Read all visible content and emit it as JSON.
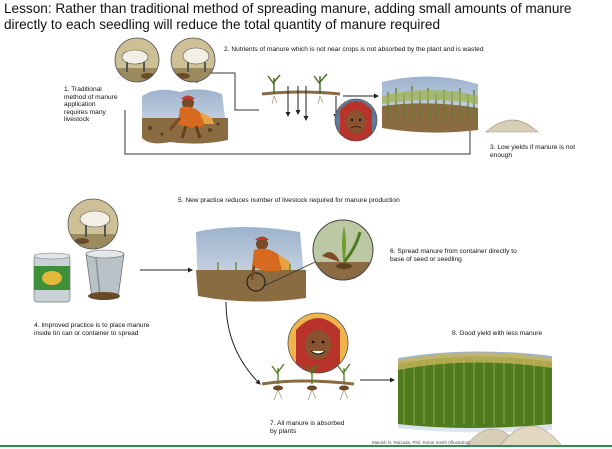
{
  "lesson": "Lesson: Rather than traditional method of spreading manure, adding small amounts of manure directly to each seedling will reduce the total quantity of manure required",
  "steps": {
    "s1": "1. Traditional method of manure application requires many livestock",
    "s2": "2. Nutrients of manure which is not near crops is not absorbed by the plant and is wasted",
    "s3": "3. Low yields if manure is not enough",
    "s4": "4. Improved practice is to place manure inside tin can or container to spread",
    "s5": "5. New practice reduces number of livestock required for manure production",
    "s6": "6. Spread manure from container directly to base of seed or seedling",
    "s7": "7. All manure is absorbed by plants",
    "s8": "8. Good yield with less manure"
  },
  "credit": "Manish N. Raizada, Phil. Robin Smith (Illustrator)",
  "colors": {
    "sky": "#8fa8c6",
    "soil": "#8a6b42",
    "crop": "#5f7f2a",
    "cow_bg": "#cdbf96",
    "arrow": "#222222",
    "line": "#333333",
    "farmer_shirt": "#d86a1f",
    "footer_line": "#2e8b57"
  }
}
